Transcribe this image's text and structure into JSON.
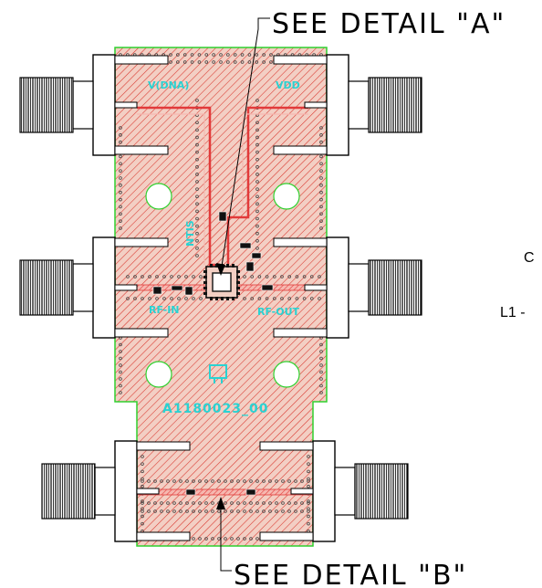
{
  "callouts": {
    "detail_a": "SEE DETAIL \"A\"",
    "detail_b": "SEE DETAIL \"B\""
  },
  "side_labels": {
    "c": "C",
    "l1": "L1 -"
  },
  "board_labels": {
    "vdna": "V(DNA)",
    "vdd": "VDD",
    "rf_in": "RF-IN",
    "rf_out": "RF-OUT",
    "board_id": "A1180023_00",
    "vert_label": "NTIS"
  },
  "colors": {
    "board_fill": "#f3cfc4",
    "hatch": "#d9342b",
    "outline": "#2fd12f",
    "trace": "#e23a3a",
    "label": "#2ad2d2",
    "ink": "#000000"
  },
  "icons": {
    "connector": "sma-connector-icon",
    "logo": "board-logo-icon",
    "chip": "qfn-chip-icon"
  }
}
